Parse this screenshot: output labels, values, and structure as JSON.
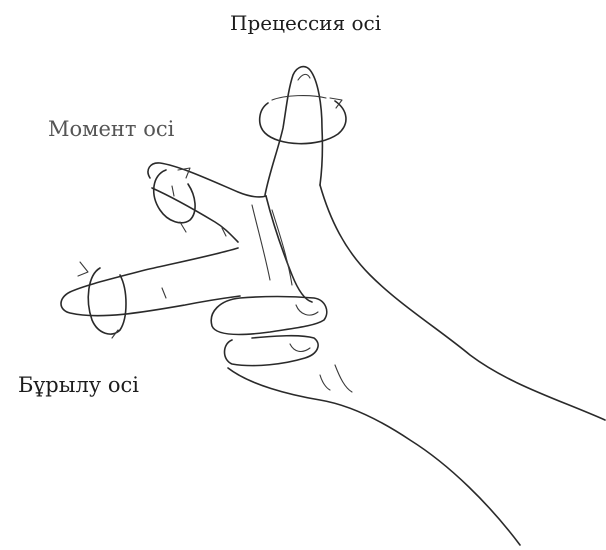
{
  "labels": {
    "precession_axis": "Прецессия осі",
    "torque_axis": "Момент осі",
    "spin_axis": "Бұрылу осі"
  },
  "colors": {
    "background": "#ffffff",
    "ink": "#2a2a2a"
  }
}
